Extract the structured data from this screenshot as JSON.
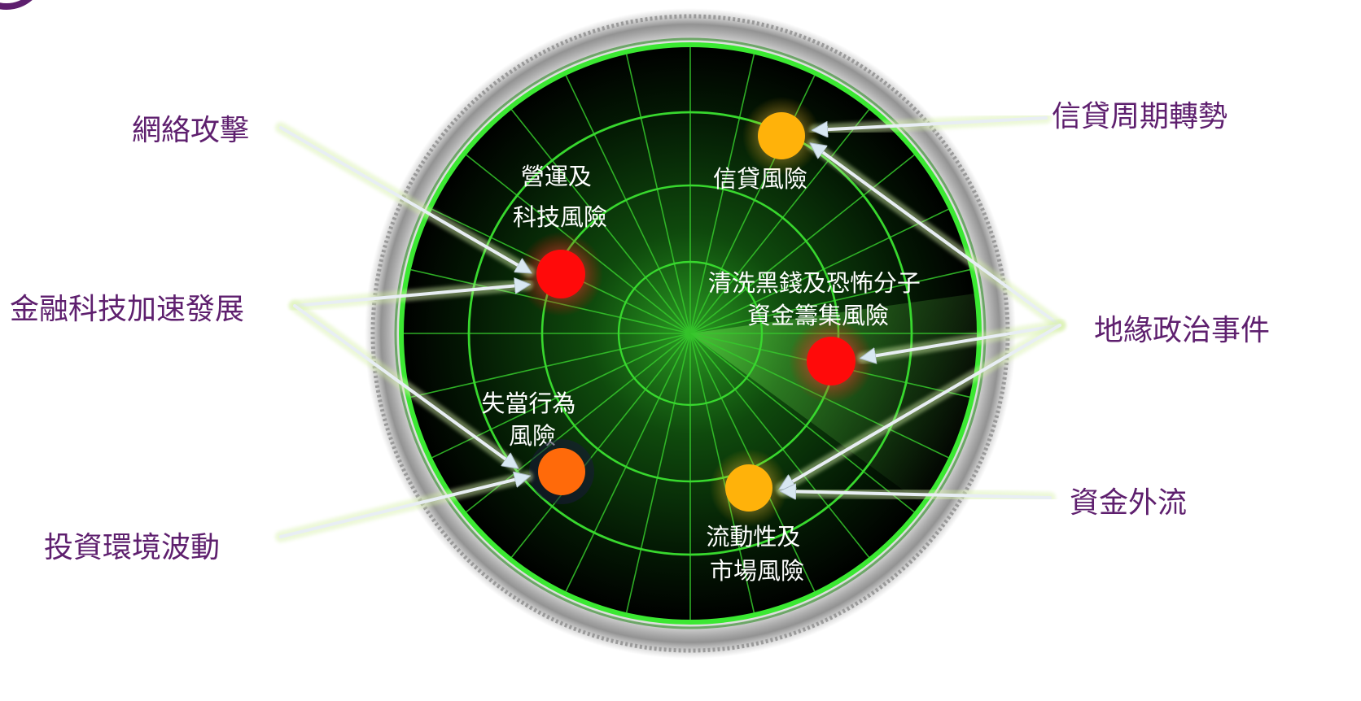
{
  "colors": {
    "radar_bright": "#39e030",
    "radar_dark": "#020a02",
    "risk_high": "#ff0a0a",
    "risk_elevated": "#ff6a0a",
    "risk_medium": "#ffb20a",
    "factor_text": "#5e1f6e",
    "arrow": "#d6e6c4"
  },
  "risks": [
    {
      "id": "operational",
      "label_lines": [
        "營運及",
        "科技風險"
      ],
      "level": "high",
      "color": "#ff0a0a"
    },
    {
      "id": "credit",
      "label_lines": [
        "信貸風險"
      ],
      "level": "medium",
      "color": "#ffb20a"
    },
    {
      "id": "aml",
      "label_lines": [
        "清洗黑錢及恐怖分子",
        "資金籌集風險"
      ],
      "level": "high",
      "color": "#ff0a0a"
    },
    {
      "id": "conduct",
      "label_lines": [
        "失當行為",
        "風險"
      ],
      "level": "elevated",
      "color": "#ff6a0a"
    },
    {
      "id": "liquidity",
      "label_lines": [
        "流動性及",
        "市場風險"
      ],
      "level": "medium",
      "color": "#ffb20a"
    }
  ],
  "factors": [
    {
      "id": "cyber",
      "label": "網絡攻擊",
      "targets": [
        "operational"
      ]
    },
    {
      "id": "fintech",
      "label": "金融科技加速發展",
      "targets": [
        "operational",
        "conduct"
      ]
    },
    {
      "id": "investment",
      "label": "投資環境波動",
      "targets": [
        "conduct"
      ]
    },
    {
      "id": "credit-cycle",
      "label": "信貸周期轉勢",
      "targets": [
        "credit"
      ]
    },
    {
      "id": "geopolitics",
      "label": "地緣政治事件",
      "targets": [
        "credit",
        "aml",
        "liquidity"
      ]
    },
    {
      "id": "outflow",
      "label": "資金外流",
      "targets": [
        "liquidity"
      ]
    }
  ]
}
